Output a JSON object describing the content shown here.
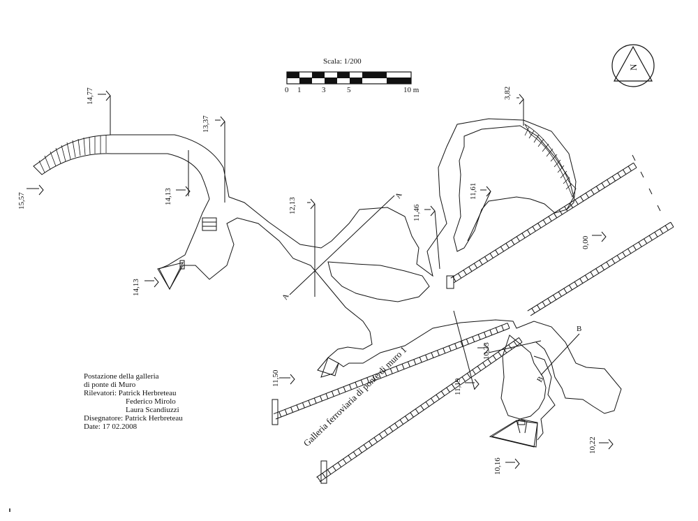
{
  "scale": {
    "title": "Scala: 1/200",
    "ticks": [
      "0",
      "1",
      "3",
      "5",
      "10 m"
    ]
  },
  "north": {
    "letter": "N"
  },
  "elevations": {
    "e1477": "14,77",
    "e1557": "15,57",
    "e1337": "13,37",
    "e1413_top": "14,13",
    "e1413_bottom": "14,13",
    "e1213": "12,13",
    "e1146": "11,46",
    "e1161": "11,61",
    "e382": "3,82",
    "e000": "0,00",
    "e1150": "11,50",
    "e1119": "11,19",
    "e1033": "10,33",
    "e1016": "10,16",
    "e1022": "10,22"
  },
  "section_labels": {
    "a1": "A",
    "a2": "A",
    "b1": "B",
    "b2": "B"
  },
  "tunnel_label": "Galleria ferroviaria di ponte di muro 1",
  "legend": {
    "line1": "Postazione della galleria",
    "line2": "di ponte di Muro",
    "line3": "Rilevatori: Patrick Herbreteau",
    "line4": "Federico Mirolo",
    "line5": "Laura Scandiuzzi",
    "line6": "Disegnatore: Patrick Herbreteau",
    "line7": "Date: 17 02.2008"
  },
  "colors": {
    "ink": "#111111",
    "paper": "#ffffff"
  }
}
